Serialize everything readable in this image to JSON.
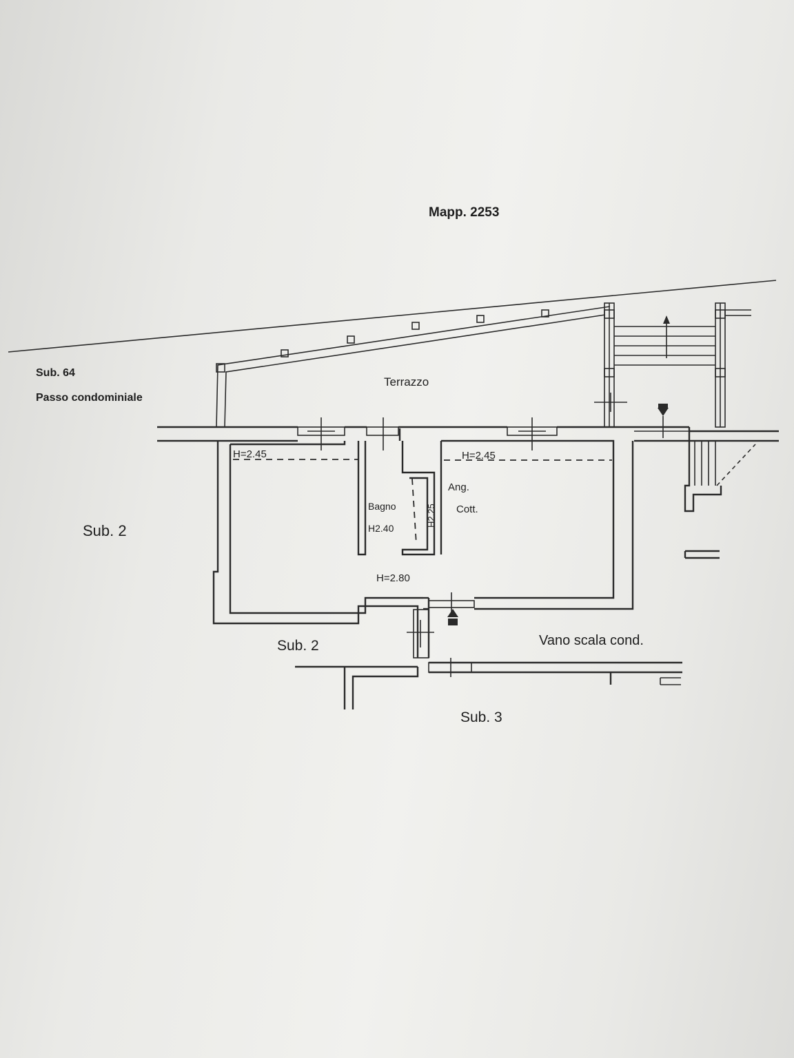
{
  "labels": {
    "mapp": "Mapp. 2253",
    "sub64": "Sub. 64",
    "passo": "Passo condominiale",
    "terrazzo": "Terrazzo",
    "sub2_left": "Sub. 2",
    "sub2_bottom": "Sub. 2",
    "sub3": "Sub. 3",
    "vano_scala": "Vano scala cond.",
    "bagno": "Bagno",
    "h_bagno": "H2.40",
    "h_ang": "H2.25",
    "ang": "Ang.",
    "cott": "Cott.",
    "h_left": "H=2.45",
    "h_right": "H=2.45",
    "h_main": "H=2.80"
  },
  "colors": {
    "ink": "#2a2a2a",
    "paper": "#eeeeeb"
  },
  "icons": {
    "entry_marker": "triangle-entrance-icon"
  }
}
